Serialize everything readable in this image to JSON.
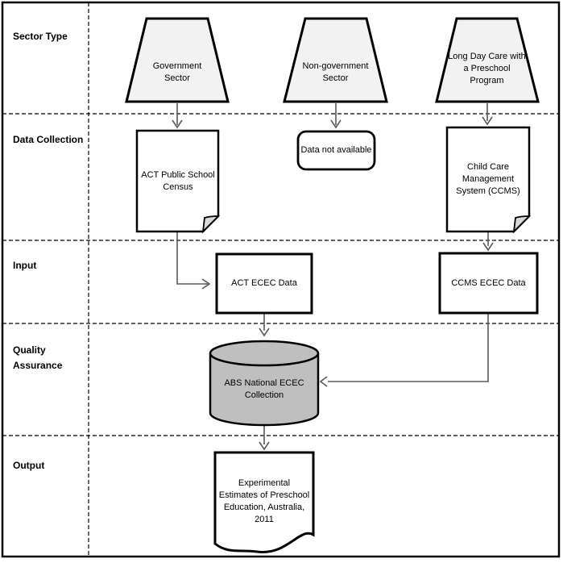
{
  "diagram_type": "flowchart",
  "colors": {
    "background": "#ffffff",
    "border": "#000000",
    "trapezoid_fill": "#f2f2f2",
    "cylinder_fill": "#bfbfbf",
    "fold_fill": "#d9d9d9",
    "connector": "#595959",
    "text": "#000000"
  },
  "rows": [
    {
      "label": "Sector Type"
    },
    {
      "label": "Data Collection"
    },
    {
      "label": "Input"
    },
    {
      "label": "Quality Assurance"
    },
    {
      "label": "Output"
    }
  ],
  "nodes": {
    "government_sector": {
      "label": "Government Sector",
      "shape": "trapezoid"
    },
    "non_government_sector": {
      "label": "Non-government Sector",
      "shape": "trapezoid"
    },
    "long_day_care": {
      "label": "Long Day Care with a Preschool Program",
      "shape": "trapezoid"
    },
    "act_public_school_census": {
      "label": "ACT Public School Census",
      "shape": "document-folded-corner"
    },
    "data_not_available": {
      "label": "Data not available",
      "shape": "rounded-rectangle"
    },
    "ccms": {
      "label": "Child Care Management System (CCMS)",
      "shape": "document-folded-corner"
    },
    "act_ecec_data": {
      "label": "ACT ECEC Data",
      "shape": "rectangle"
    },
    "ccms_ecec_data": {
      "label": "CCMS ECEC Data",
      "shape": "rectangle"
    },
    "abs_national_ecec_collection": {
      "label": "ABS National ECEC Collection",
      "shape": "cylinder"
    },
    "experimental_estimates": {
      "label": "Experimental Estimates of Preschool Education, Australia, 2011",
      "shape": "document-wavy"
    }
  },
  "edges": [
    {
      "from": "government_sector",
      "to": "act_public_school_census"
    },
    {
      "from": "non_government_sector",
      "to": "data_not_available"
    },
    {
      "from": "long_day_care",
      "to": "ccms"
    },
    {
      "from": "act_public_school_census",
      "to": "act_ecec_data"
    },
    {
      "from": "ccms",
      "to": "ccms_ecec_data"
    },
    {
      "from": "act_ecec_data",
      "to": "abs_national_ecec_collection"
    },
    {
      "from": "ccms_ecec_data",
      "to": "abs_national_ecec_collection"
    },
    {
      "from": "abs_national_ecec_collection",
      "to": "experimental_estimates"
    }
  ]
}
